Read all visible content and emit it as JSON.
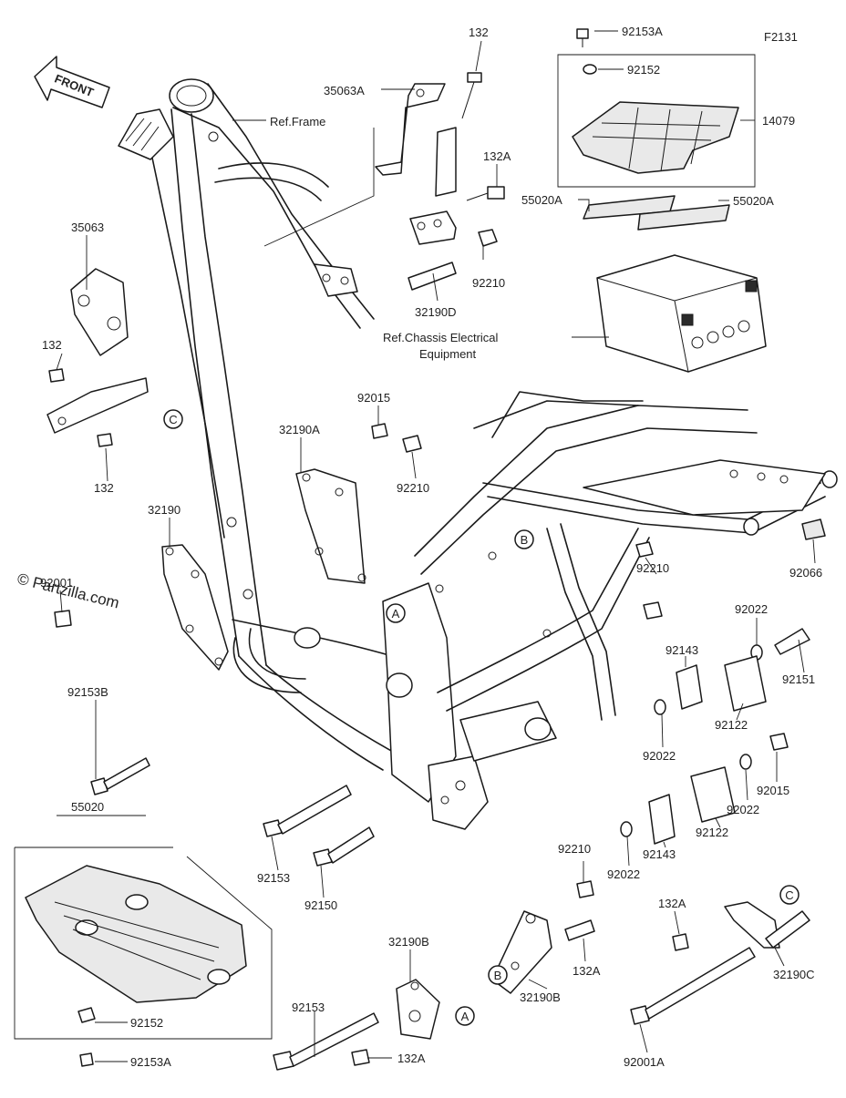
{
  "diagram": {
    "code": "F2131",
    "watermark": "© Partzilla.com",
    "front_arrow_label": "FRONT",
    "annotations": {
      "ref_frame": "Ref.Frame",
      "ref_chassis_line1": "Ref.Chassis Electrical",
      "ref_chassis_line2": "Equipment"
    },
    "callouts": {
      "a": "A",
      "b": "B",
      "c": "C"
    },
    "parts": {
      "p132_top": "132",
      "p35063A": "35063A",
      "p132A_top": "132A",
      "p92210_top": "92210",
      "p32190D": "32190D",
      "p92153A_top": "92153A",
      "p92152_top": "92152",
      "p14079": "14079",
      "p55020A_left": "55020A",
      "p55020A_right": "55020A",
      "p35063": "35063",
      "p132_left": "132",
      "p132_bottom": "132",
      "p92015_top": "92015",
      "p32190A": "32190A",
      "p92210_mid": "92210",
      "p32190": "32190",
      "p92001": "92001",
      "p92153B": "92153B",
      "p92066": "92066",
      "p92210_right": "92210",
      "p92022_a": "92022",
      "p92143_a": "92143",
      "p92151": "92151",
      "p92122_a": "92122",
      "p92022_b": "92022",
      "p92015_right": "92015",
      "p92022_c": "92022",
      "p92122_b": "92122",
      "p92143_b": "92143",
      "p92022_d": "92022",
      "p55020": "55020",
      "p92153_mid": "92153",
      "p92150": "92150",
      "p92210_low": "92210",
      "p132A_right": "132A",
      "p32190B_top": "32190B",
      "p32190B_low": "32190B",
      "p32190C": "32190C",
      "p92153_low": "92153",
      "p132A_low": "132A",
      "p92001A": "92001A",
      "p92152_low": "92152",
      "p92153A_low": "92153A"
    }
  }
}
